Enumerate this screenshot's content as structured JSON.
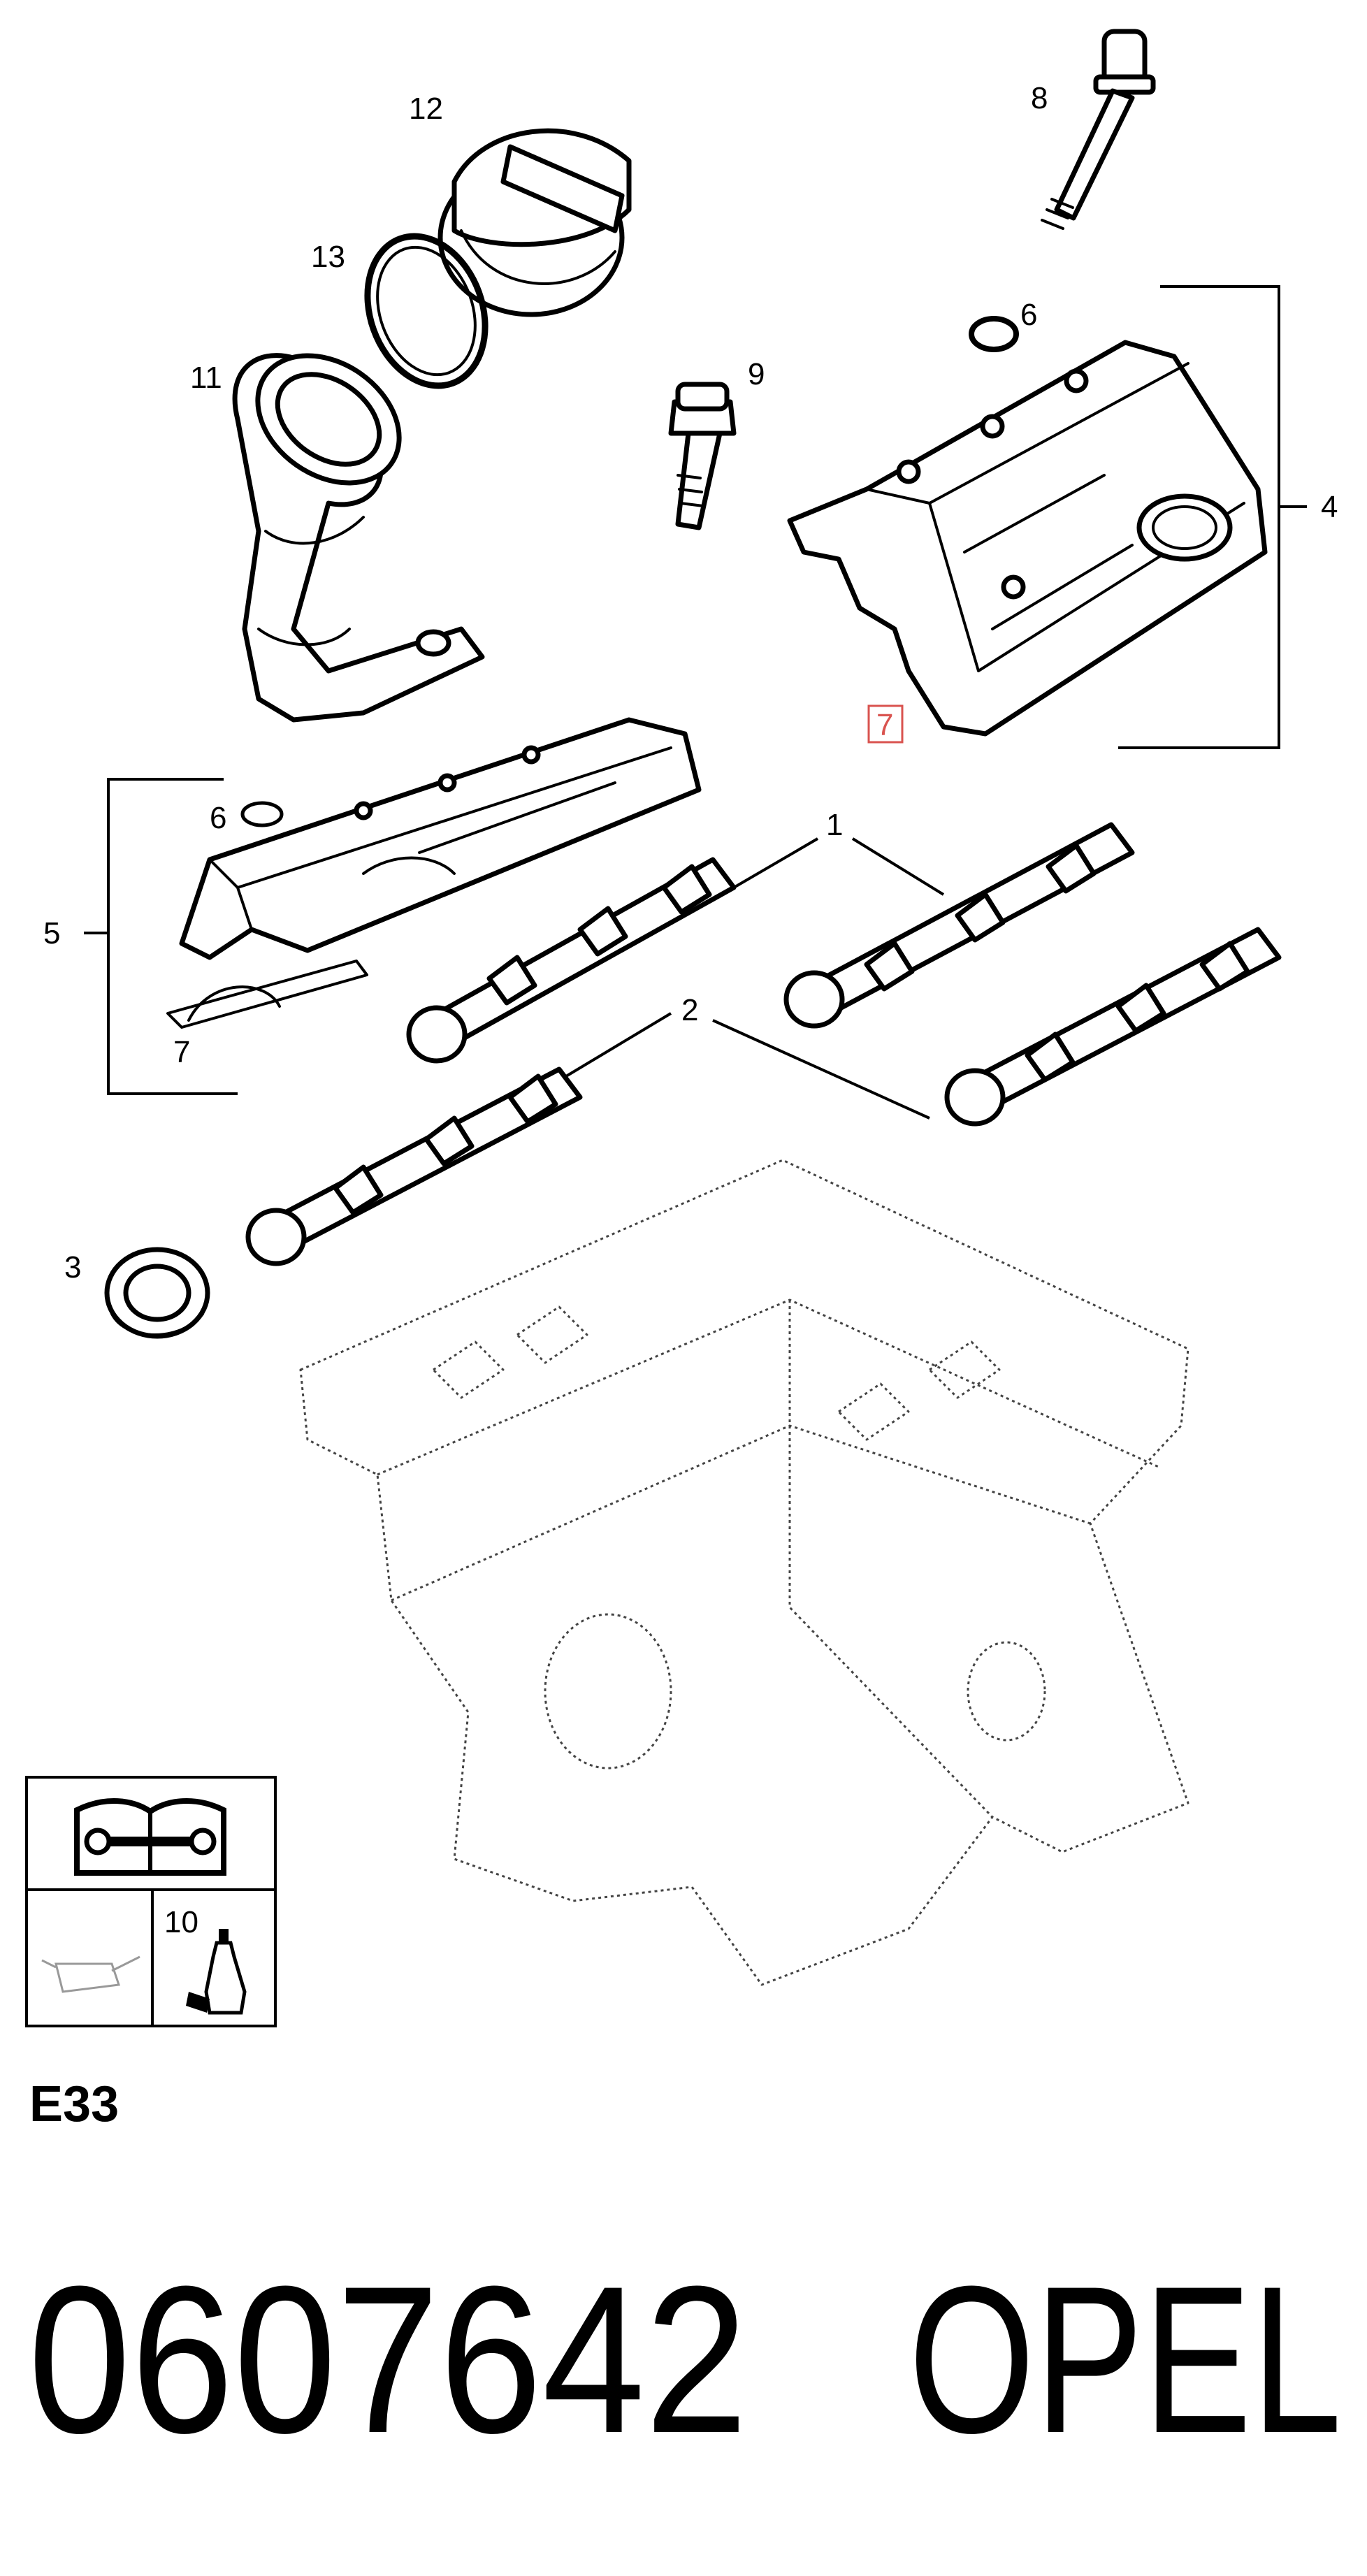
{
  "callouts": {
    "c1": "1",
    "c2": "2",
    "c3": "3",
    "c4": "4",
    "c5": "5",
    "c6a": "6",
    "c6b": "6",
    "c7a": "7",
    "c7b": "7",
    "c8": "8",
    "c9": "9",
    "c10": "10",
    "c11": "11",
    "c12": "12",
    "c13": "13"
  },
  "legend": {
    "service_icon": "book-wrench-icon",
    "oil_icon": "oil-can-icon",
    "sealant_icon": "sealant-tube-icon",
    "sealant_number": "10"
  },
  "section_code": "E33",
  "part_number": "0607642",
  "brand": "OPEL",
  "colors": {
    "line": "#000000",
    "highlight": "#d9534f",
    "background": "#ffffff"
  }
}
